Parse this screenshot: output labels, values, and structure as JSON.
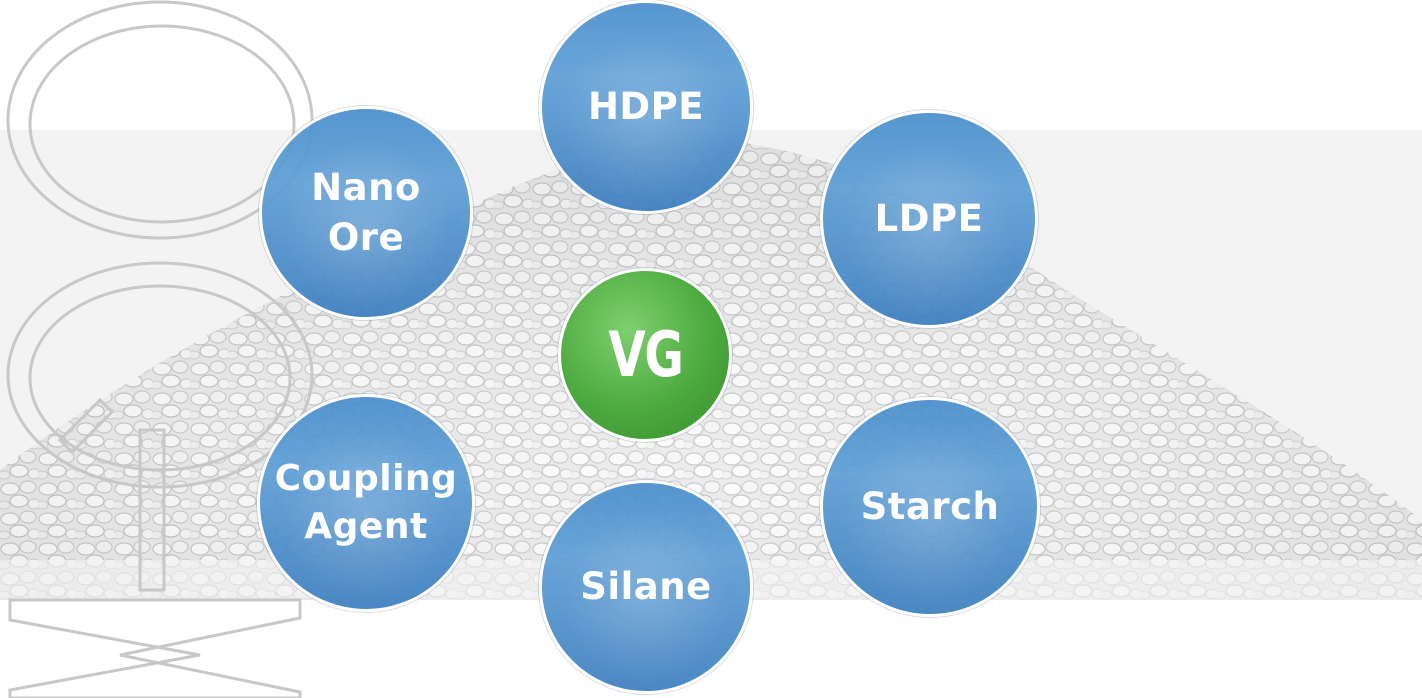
{
  "diagram": {
    "center": {
      "label": "VG",
      "color": "#4caa3e"
    },
    "nodes": [
      {
        "id": "hdpe",
        "label": "HDPE"
      },
      {
        "id": "nano",
        "label": "Nano\nOre"
      },
      {
        "id": "ldpe",
        "label": "LDPE"
      },
      {
        "id": "coupling",
        "label": "Coupling\nAgent"
      },
      {
        "id": "starch",
        "label": "Starch"
      },
      {
        "id": "silane",
        "label": "Silane"
      }
    ],
    "node_color": "#4a8fcc",
    "background": "pile-of-white-pellets"
  }
}
